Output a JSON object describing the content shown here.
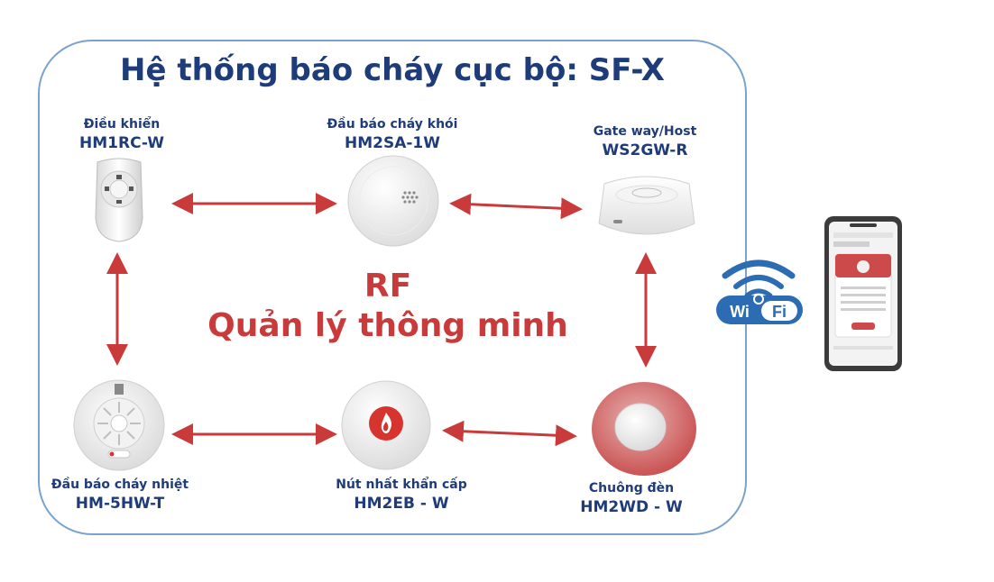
{
  "title": "Hệ thống báo cháy cục bộ: SF-X",
  "center": {
    "line1": "RF",
    "line2": "Quản lý thông minh"
  },
  "devices": [
    {
      "name": "Điều khiển",
      "model": "HM1RC-W"
    },
    {
      "name": "Đầu báo cháy khói",
      "model": "HM2SA-1W"
    },
    {
      "name": "Gate way/Host",
      "model": "WS2GW-R"
    },
    {
      "name": "Đầu báo cháy nhiệt",
      "model": "HM-5HW-T"
    },
    {
      "name": "Nút nhất khẩn cấp",
      "model": "HM2EB - W"
    },
    {
      "name": "Chuông đèn",
      "model": "HM2WD - W"
    }
  ],
  "wifi": {
    "wi": "Wi",
    "fi": "Fi"
  },
  "colors": {
    "title": "#1f3c7a",
    "accent_red": "#c93b3b",
    "frame": "#7aa3cc",
    "wifi_blue": "#2b6cb3"
  },
  "icons": [
    "remote-control-icon",
    "smoke-detector-icon",
    "gateway-icon",
    "heat-detector-icon",
    "emergency-button-icon",
    "siren-light-icon",
    "wifi-icon",
    "smartphone-icon"
  ]
}
